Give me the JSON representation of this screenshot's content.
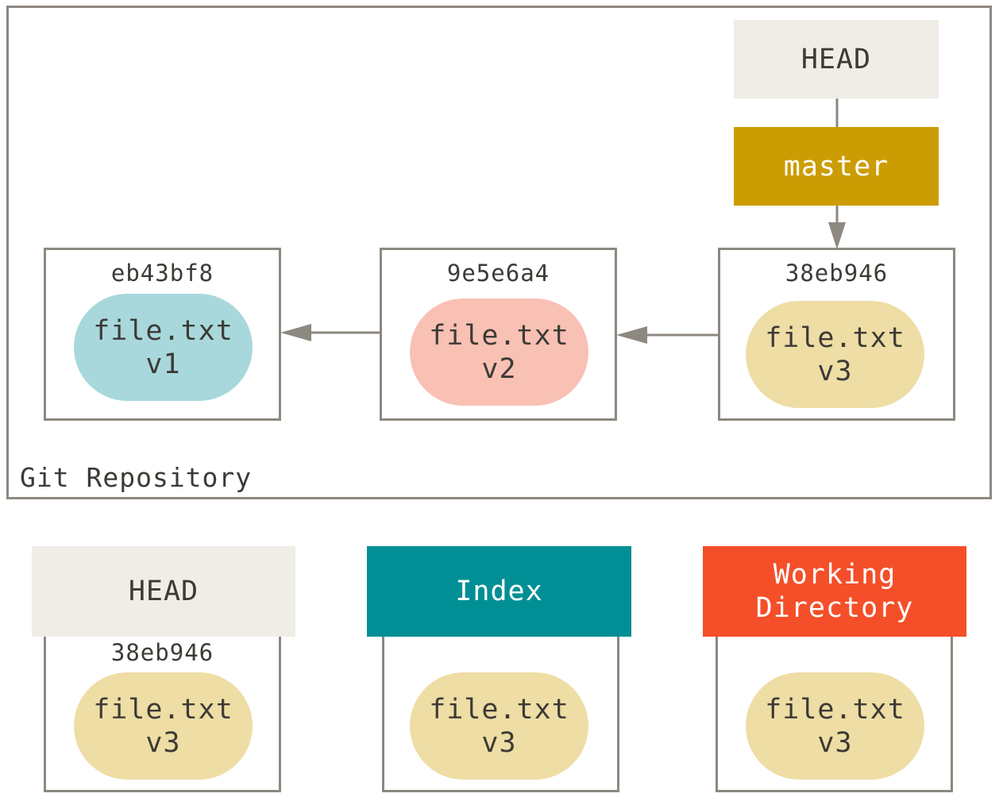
{
  "repository": {
    "label": "Git Repository",
    "head_ref": "HEAD",
    "branch_ref": "master",
    "commits": [
      {
        "hash": "eb43bf8",
        "file": "file.txt",
        "version": "v1",
        "color": "#a8d8dc"
      },
      {
        "hash": "9e5e6a4",
        "file": "file.txt",
        "version": "v2",
        "color": "#f9c0b4"
      },
      {
        "hash": "38eb946",
        "file": "file.txt",
        "version": "v3",
        "color": "#eedda4"
      }
    ]
  },
  "trees": [
    {
      "title": "HEAD",
      "hash": "38eb946",
      "file": "file.txt",
      "version": "v3",
      "header_color": "#efede6",
      "blob_color": "#eedda4"
    },
    {
      "title": "Index",
      "file": "file.txt",
      "version": "v3",
      "header_color": "#008f95",
      "blob_color": "#eedda4"
    },
    {
      "title_line1": "Working",
      "title_line2": "Directory",
      "file": "file.txt",
      "version": "v3",
      "header_color": "#f44f29",
      "blob_color": "#eedda4"
    }
  ],
  "colors": {
    "border": "#8d8880",
    "text": "#3d3a36",
    "head": "#efede6",
    "master": "#cc9d02",
    "index": "#008f95",
    "working_directory": "#f44f29"
  }
}
